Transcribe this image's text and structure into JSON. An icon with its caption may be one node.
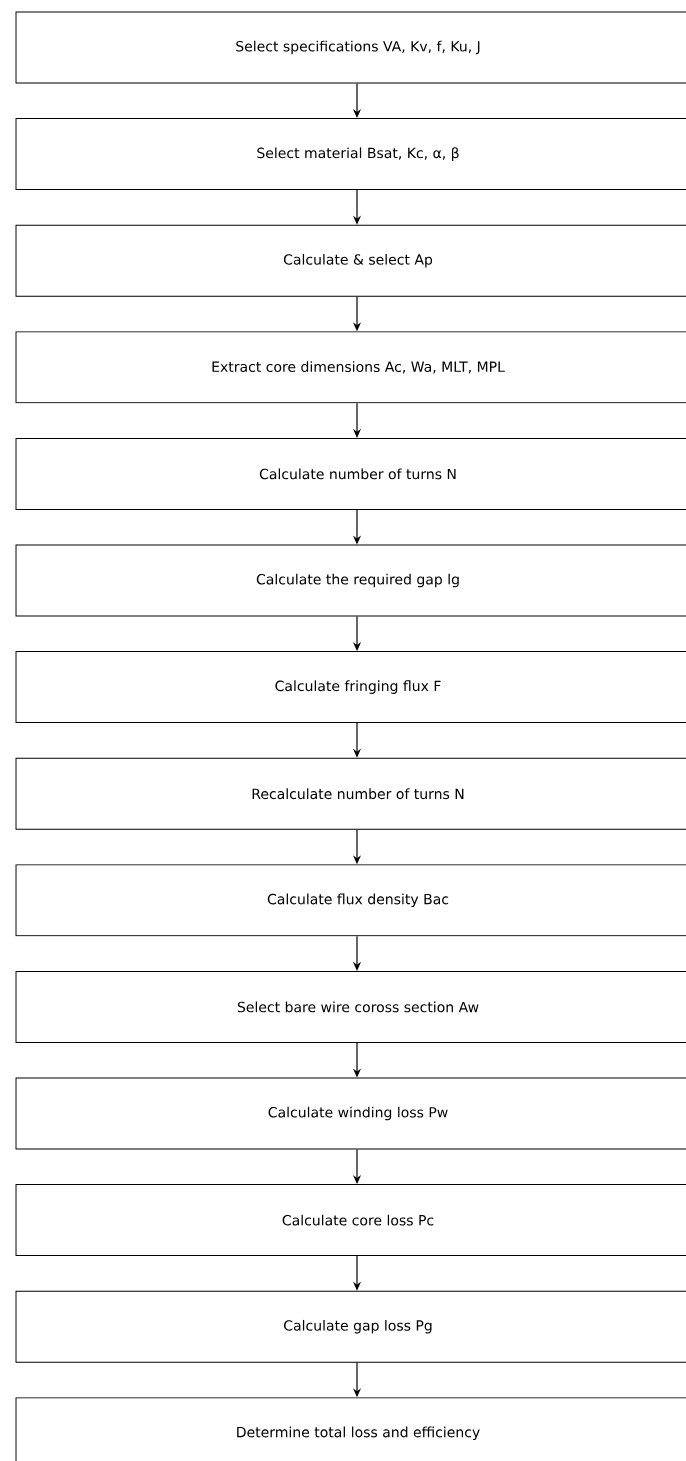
{
  "diagram": {
    "nodes": [
      {
        "text": [
          "Select specifications VA, Kv, f, Ku, J"
        ]
      },
      {
        "text": [
          "Select material Bsat, Kc, α, β"
        ]
      },
      {
        "text": [
          "Calculate & select Ap"
        ]
      },
      {
        "text": [
          "Extract core dimensions Ac, Wa, MLT, MPL"
        ]
      },
      {
        "text": [
          "Calculate number of turns N"
        ]
      },
      {
        "text": [
          "Calculate the required gap lg"
        ]
      },
      {
        "text": [
          "Calculate fringing flux F"
        ]
      },
      {
        "text": [
          "Recalculate number of turns N"
        ]
      },
      {
        "text": [
          "Calculate flux density Bac"
        ]
      },
      {
        "text": [
          "Select bare wire coross section Aw"
        ]
      },
      {
        "text": [
          "Calculate winding loss Pw"
        ]
      },
      {
        "text": [
          "Calculate core loss Pc"
        ]
      },
      {
        "text": [
          "Calculate gap loss Pg"
        ]
      },
      {
        "text": [
          "Determine total loss and efficiency"
        ]
      }
    ],
    "edges": [
      {
        "from": 0,
        "to": 1,
        "arrow": "to"
      },
      {
        "from": 1,
        "to": 2,
        "arrow": "to"
      },
      {
        "from": 2,
        "to": 3,
        "arrow": "to"
      },
      {
        "from": 3,
        "to": 4,
        "arrow": "to"
      },
      {
        "from": 4,
        "to": 5,
        "arrow": "to"
      },
      {
        "from": 5,
        "to": 6,
        "arrow": "to"
      },
      {
        "from": 6,
        "to": 7,
        "arrow": "to"
      },
      {
        "from": 7,
        "to": 8,
        "arrow": "to"
      },
      {
        "from": 8,
        "to": 9,
        "arrow": "to"
      },
      {
        "from": 9,
        "to": 10,
        "arrow": "to"
      },
      {
        "from": 10,
        "to": 11,
        "arrow": "to"
      },
      {
        "from": 11,
        "to": 12,
        "arrow": "to"
      },
      {
        "from": 12,
        "to": 13,
        "arrow": "to"
      }
    ]
  }
}
